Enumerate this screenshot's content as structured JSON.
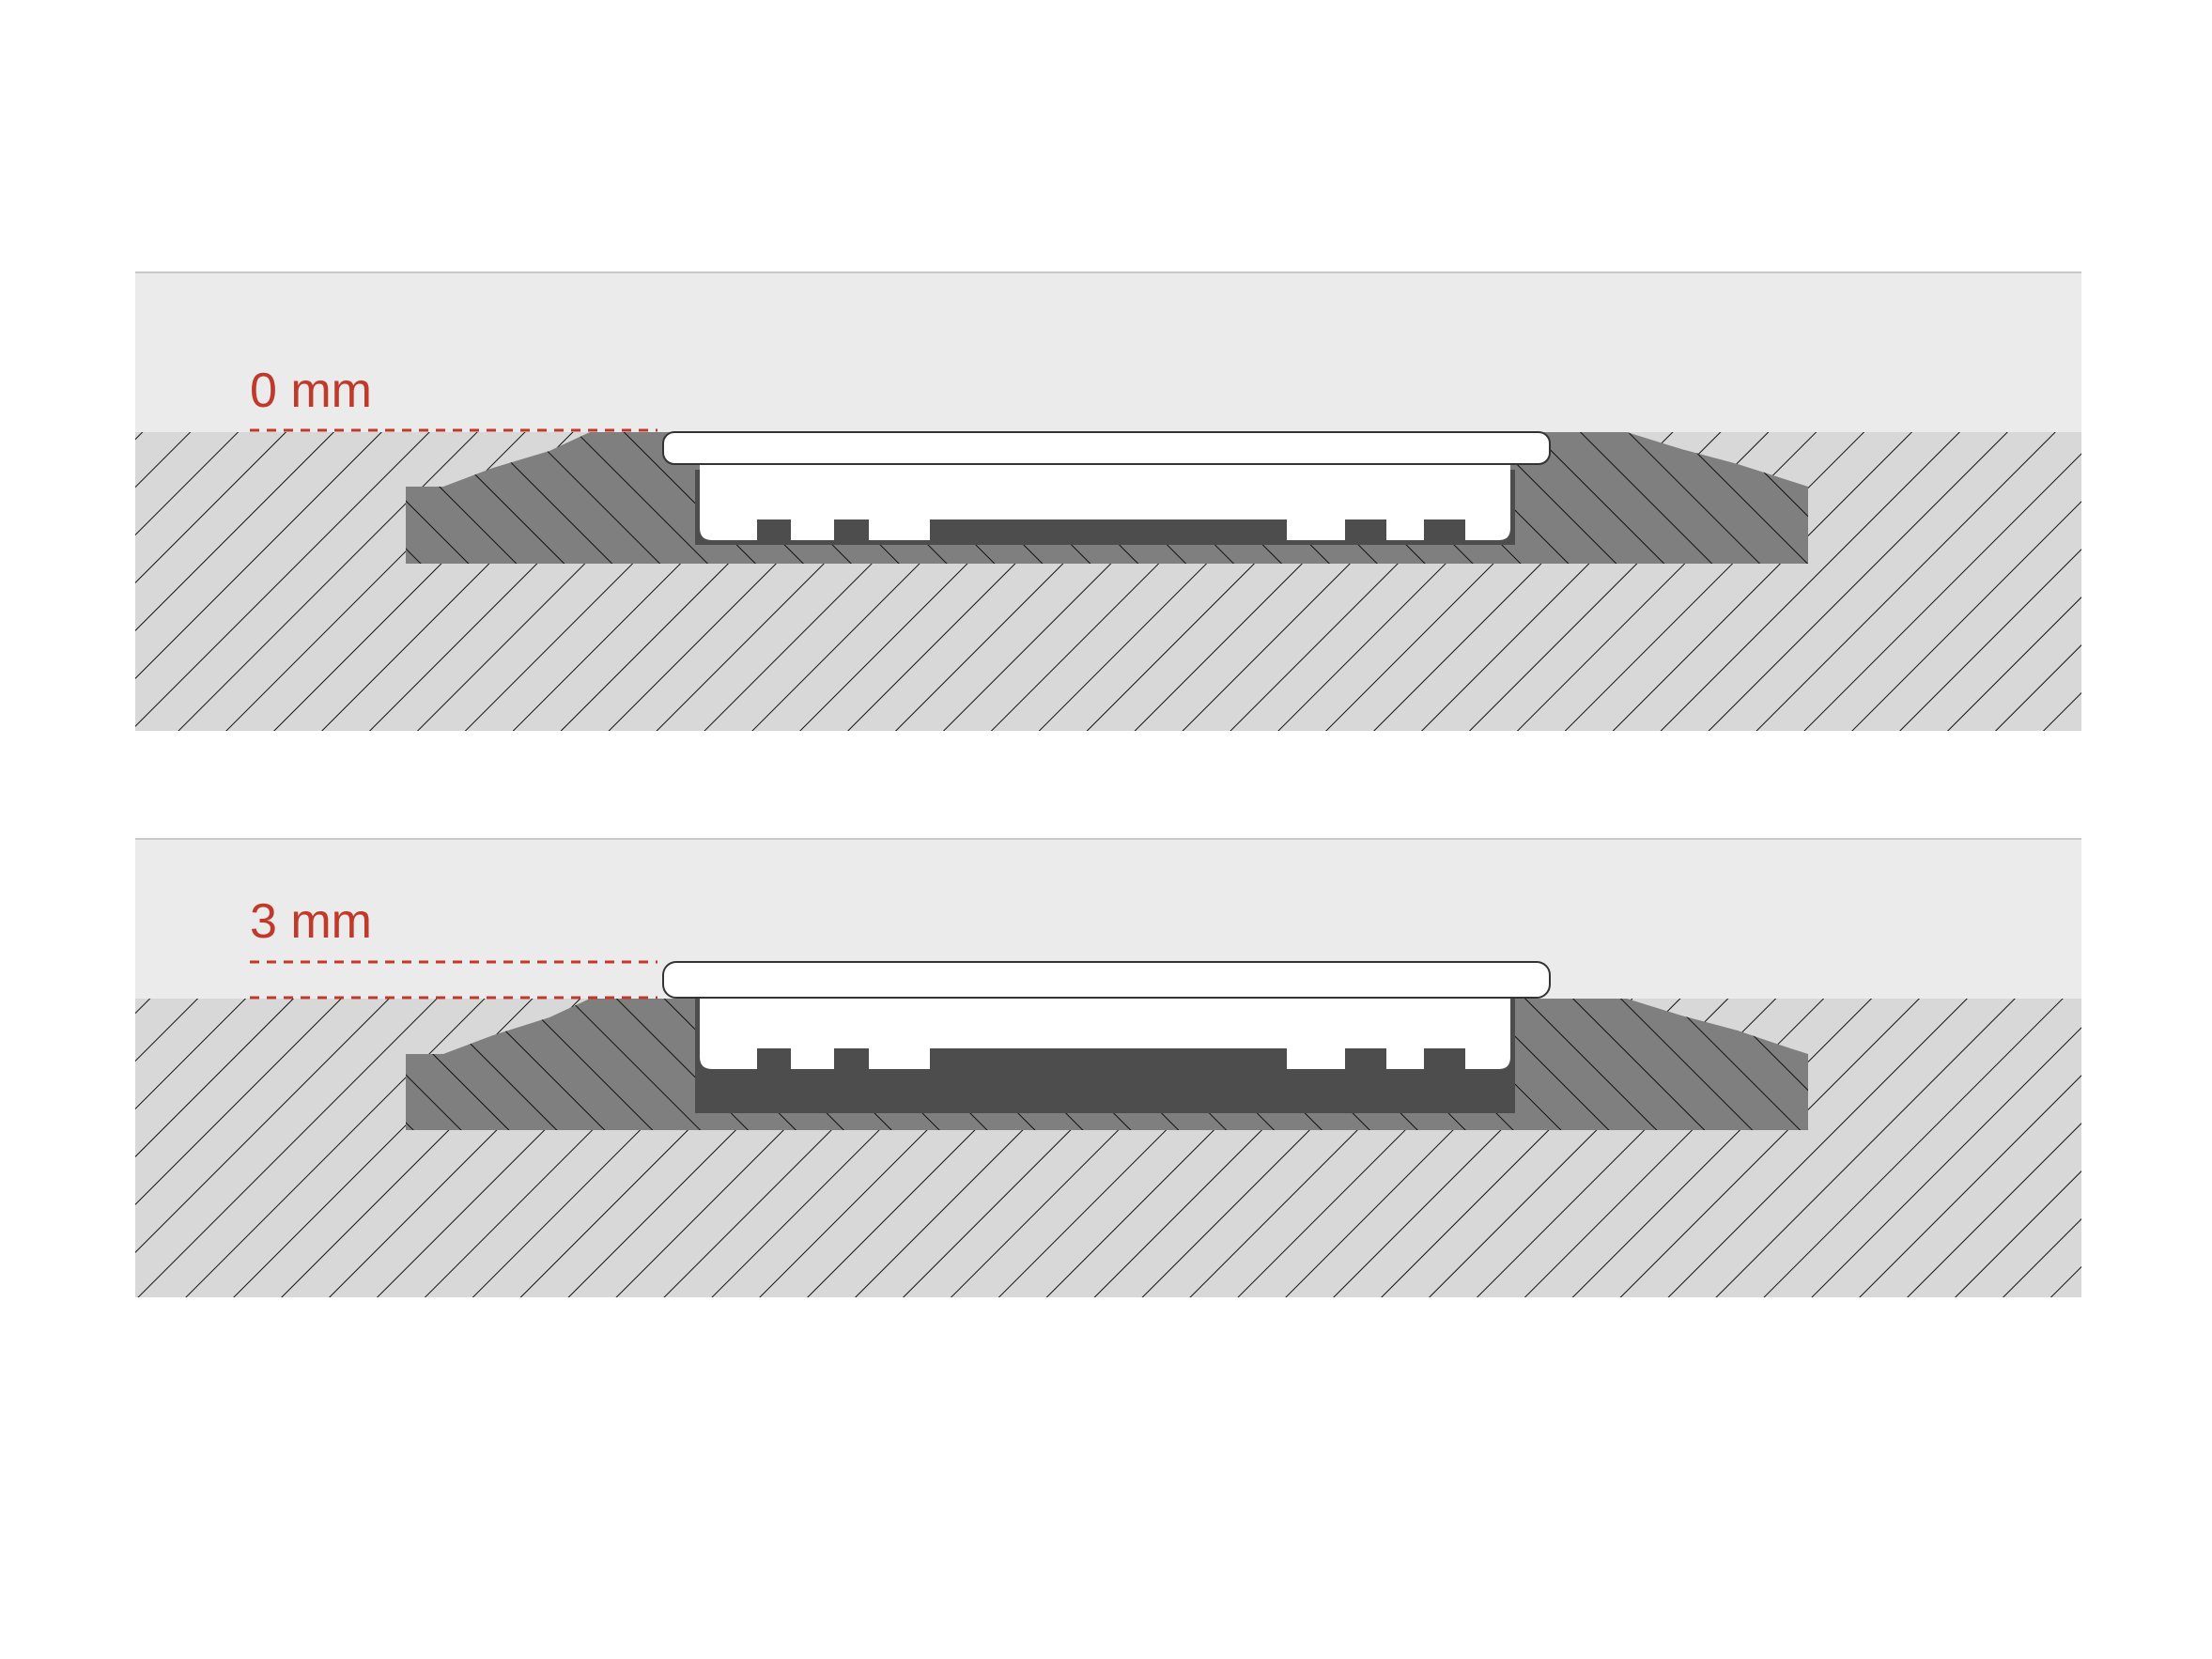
{
  "colors": {
    "background": "#ffffff",
    "air": "#ebebeb",
    "substrate": "#d8d8d8",
    "mounting_profile": "#7f7f7f",
    "cover": "#ffffff",
    "channel_base": "#4d4d4d",
    "hatch": "#111111",
    "dimension": "#c0392b"
  },
  "panels": [
    {
      "id": "flush",
      "label": "0 mm"
    },
    {
      "id": "raised",
      "label": "3 mm"
    }
  ]
}
